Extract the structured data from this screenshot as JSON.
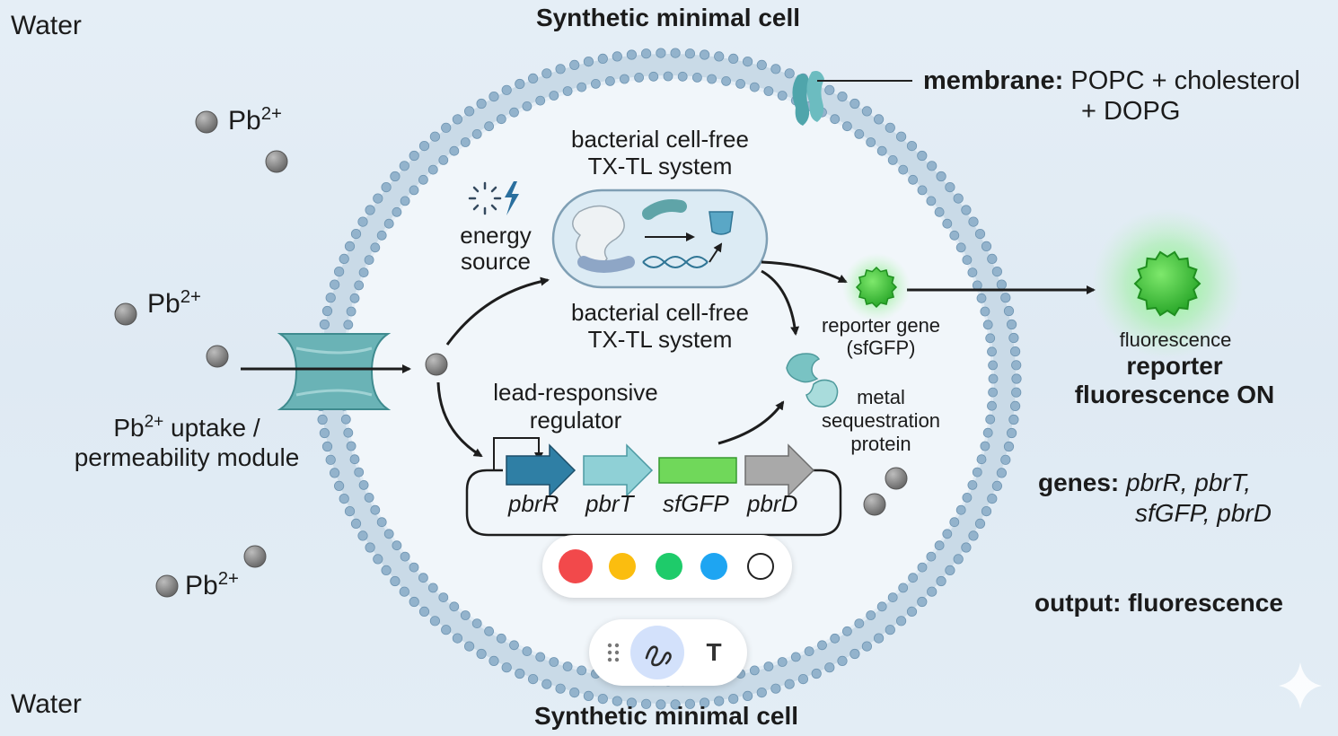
{
  "title_top": "Synthetic minimal cell",
  "title_bottom": "Synthetic minimal cell",
  "water_top": "Water",
  "water_bottom": "Water",
  "pb_base": "Pb",
  "pb_charge": "2+",
  "membrane": {
    "key": "membrane:",
    "line1": " POPC + cholesterol",
    "line2": "+ DOPG"
  },
  "txtl_top": [
    "bacterial cell-free",
    "TX-TL system"
  ],
  "txtl_bottom": [
    "bacterial cell-free",
    "TX-TL system"
  ],
  "energy": [
    "energy",
    "source"
  ],
  "reporter": [
    "reporter gene",
    "(sfGFP)"
  ],
  "regulator": [
    "lead-responsive",
    "regulator"
  ],
  "metal": [
    "metal",
    "sequestration",
    "protein"
  ],
  "uptake": {
    "rest1": " uptake /",
    "line2": "permeability module"
  },
  "genes_in_plasmid": [
    "pbrR",
    "pbrT",
    "sfGFP",
    "pbrD"
  ],
  "fluorescence_small": "fluorescence",
  "reporter_on": [
    "reporter",
    "fluorescence ON"
  ],
  "genes_label": {
    "key": "genes:",
    "line1": " pbrR, pbrT,",
    "line2": "sfGFP, pbrD"
  },
  "output_label": "output: fluorescence",
  "palette": {
    "colors": [
      "#f2494b",
      "#fbbd0f",
      "#1ecb6a",
      "#1ea5f2",
      "#ffffff"
    ],
    "names": [
      "red",
      "yellow",
      "green",
      "blue",
      "white"
    ]
  },
  "toolbar": {
    "text_tool": "T"
  },
  "colors": {
    "membrane_head": "#93b3cc",
    "membrane_tail": "#c2d4e2",
    "channel": "#6fb1b3",
    "gfp": "#3bc23b",
    "gene_pbrR": "#2f7fa5",
    "gene_pbrT": "#8fd0d6",
    "gene_sfGFP": "#70d85a",
    "gene_pbrD": "#a9a9a9"
  }
}
